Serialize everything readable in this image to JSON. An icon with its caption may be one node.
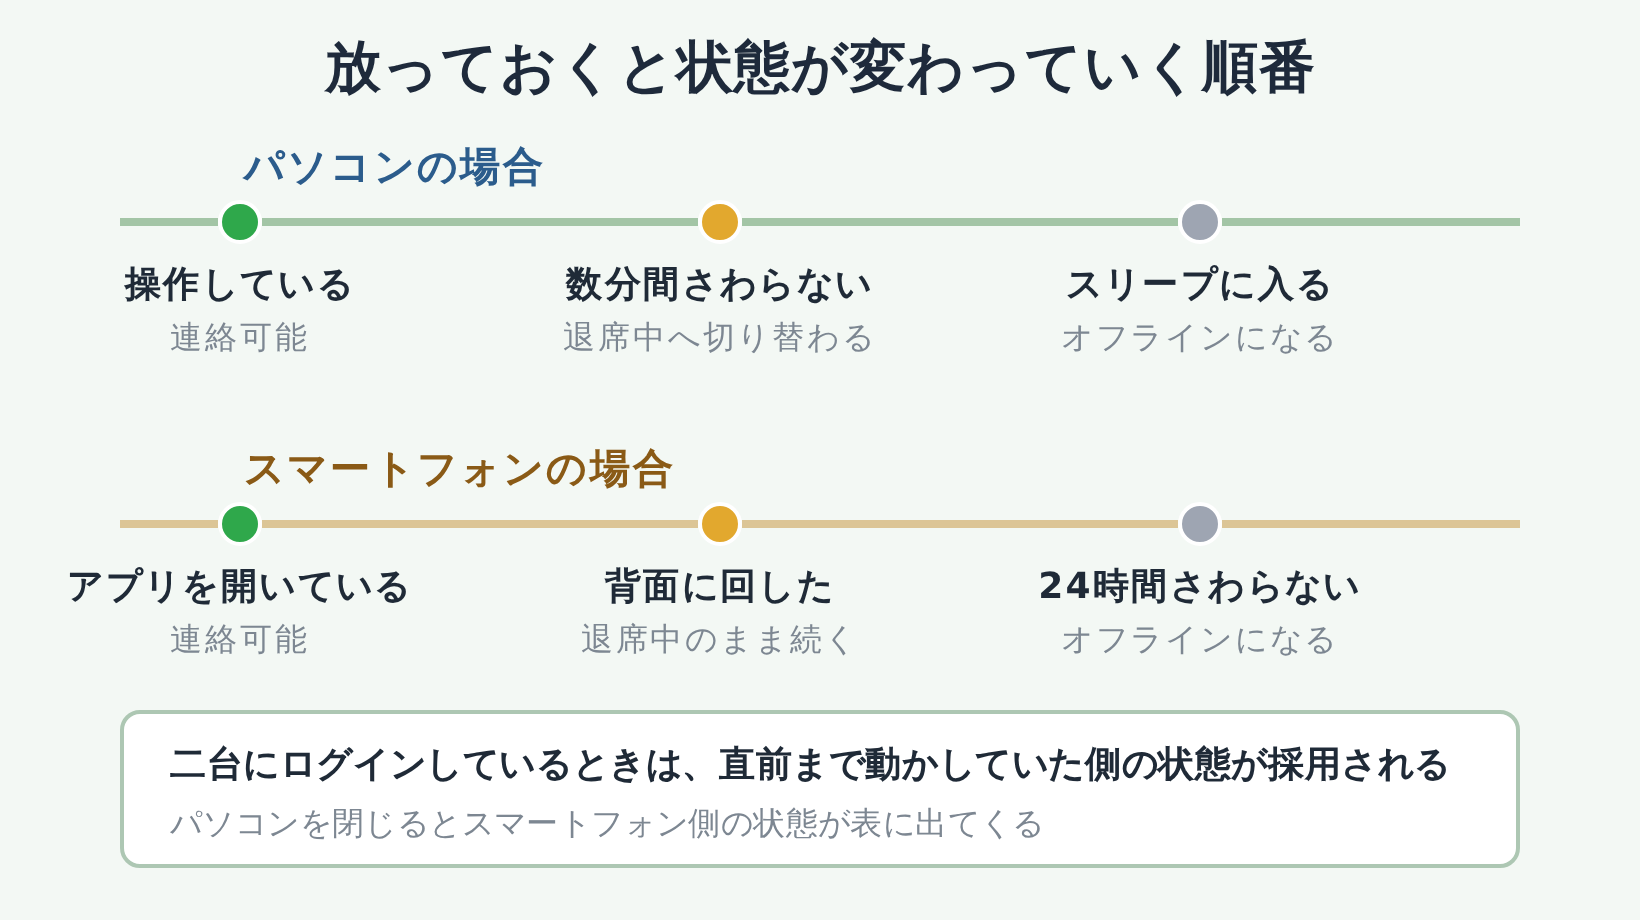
{
  "diagram": {
    "title": "放っておくと状態が変わっていく順番",
    "nodes": [
      {
        "text": [],
        "shape": "circle",
        "beside": [
          "操作している",
          "連絡可能"
        ]
      },
      {
        "text": [],
        "shape": "circle",
        "beside": [
          "数分間さわらない",
          "退席中へ切り替わる"
        ]
      },
      {
        "text": [],
        "shape": "circle",
        "beside": [
          "スリープに入る",
          "オフラインになる"
        ]
      },
      {
        "text": [],
        "shape": "circle",
        "beside": [
          "アプリを開いている",
          "連絡可能"
        ]
      },
      {
        "text": [],
        "shape": "circle",
        "beside": [
          "背面に回した",
          "退席中のまま続く"
        ]
      },
      {
        "text": [],
        "shape": "circle",
        "beside": [
          "24時間さわらない",
          "オフラインになる"
        ]
      },
      {
        "text": [
          "二台にログインしているときは、直前まで動かしていた側の状態が採用される",
          "パソコンを閉じるとスマートフォン側の状態が表に出てくる"
        ]
      }
    ],
    "edges": [
      {
        "from": null,
        "to": 0,
        "arrow": "none",
        "color": "#a3c5a6"
      },
      {
        "from": 0,
        "to": 1,
        "arrow": "none",
        "color": "#a3c5a6"
      },
      {
        "from": 1,
        "to": 2,
        "arrow": "none",
        "color": "#a3c5a6"
      },
      {
        "from": 2,
        "to": null,
        "arrow": "none",
        "color": "#a3c5a6"
      },
      {
        "from": null,
        "to": 3,
        "arrow": "none",
        "color": "#dcc596"
      },
      {
        "from": 3,
        "to": 4,
        "arrow": "none",
        "color": "#dcc596"
      },
      {
        "from": 4,
        "to": 5,
        "arrow": "none",
        "color": "#dcc596"
      },
      {
        "from": 5,
        "to": null,
        "arrow": "none",
        "color": "#dcc596"
      }
    ],
    "labels": [
      "パソコンの場合",
      "スマートフォンの場合"
    ]
  }
}
